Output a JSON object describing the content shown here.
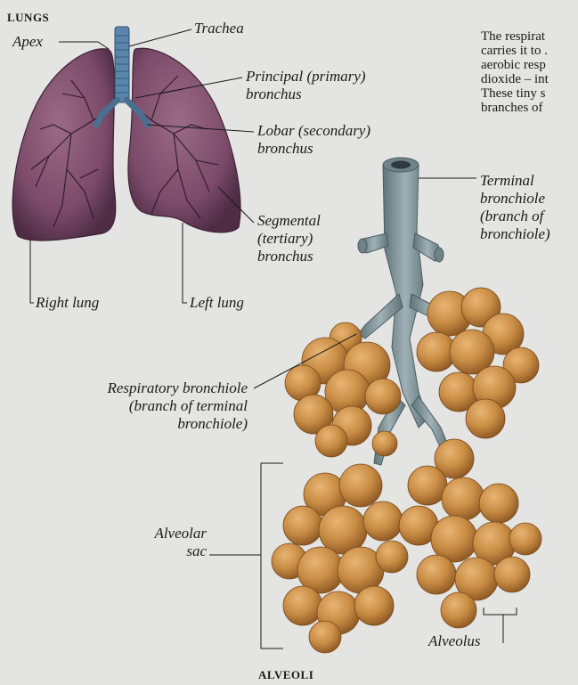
{
  "headings": {
    "lungs": "LUNGS",
    "alveoli": "ALVEOLI"
  },
  "body_text": [
    "The respirat",
    "carries it to .",
    "aerobic resp",
    "dioxide – int",
    "These tiny s",
    "branches of"
  ],
  "labels": {
    "apex": "Apex",
    "trachea": "Trachea",
    "principal_bronchus": [
      "Principal (primary)",
      "bronchus"
    ],
    "lobar_bronchus": [
      "Lobar (secondary)",
      "bronchus"
    ],
    "segmental_bronchus": [
      "Segmental",
      "(tertiary)",
      "bronchus"
    ],
    "right_lung": "Right lung",
    "left_lung": "Left lung",
    "terminal_bronchiole": [
      "Terminal",
      "bronchiole",
      "(branch of",
      "bronchiole)"
    ],
    "respiratory_bronchiole": [
      "Respiratory bronchiole",
      "(branch of terminal",
      "bronchiole)"
    ],
    "alveolar_sac": [
      "Alveolar",
      "sac"
    ],
    "alveolus": "Alveolus"
  },
  "colors": {
    "background": "#e4e4e2",
    "lung": "#7a4a68",
    "lung_dark": "#4e2c44",
    "trachea": "#5b86ab",
    "bronchiole": "#7e9298",
    "alveoli": "#c98d45",
    "alveoli_dark": "#8f5a24"
  }
}
